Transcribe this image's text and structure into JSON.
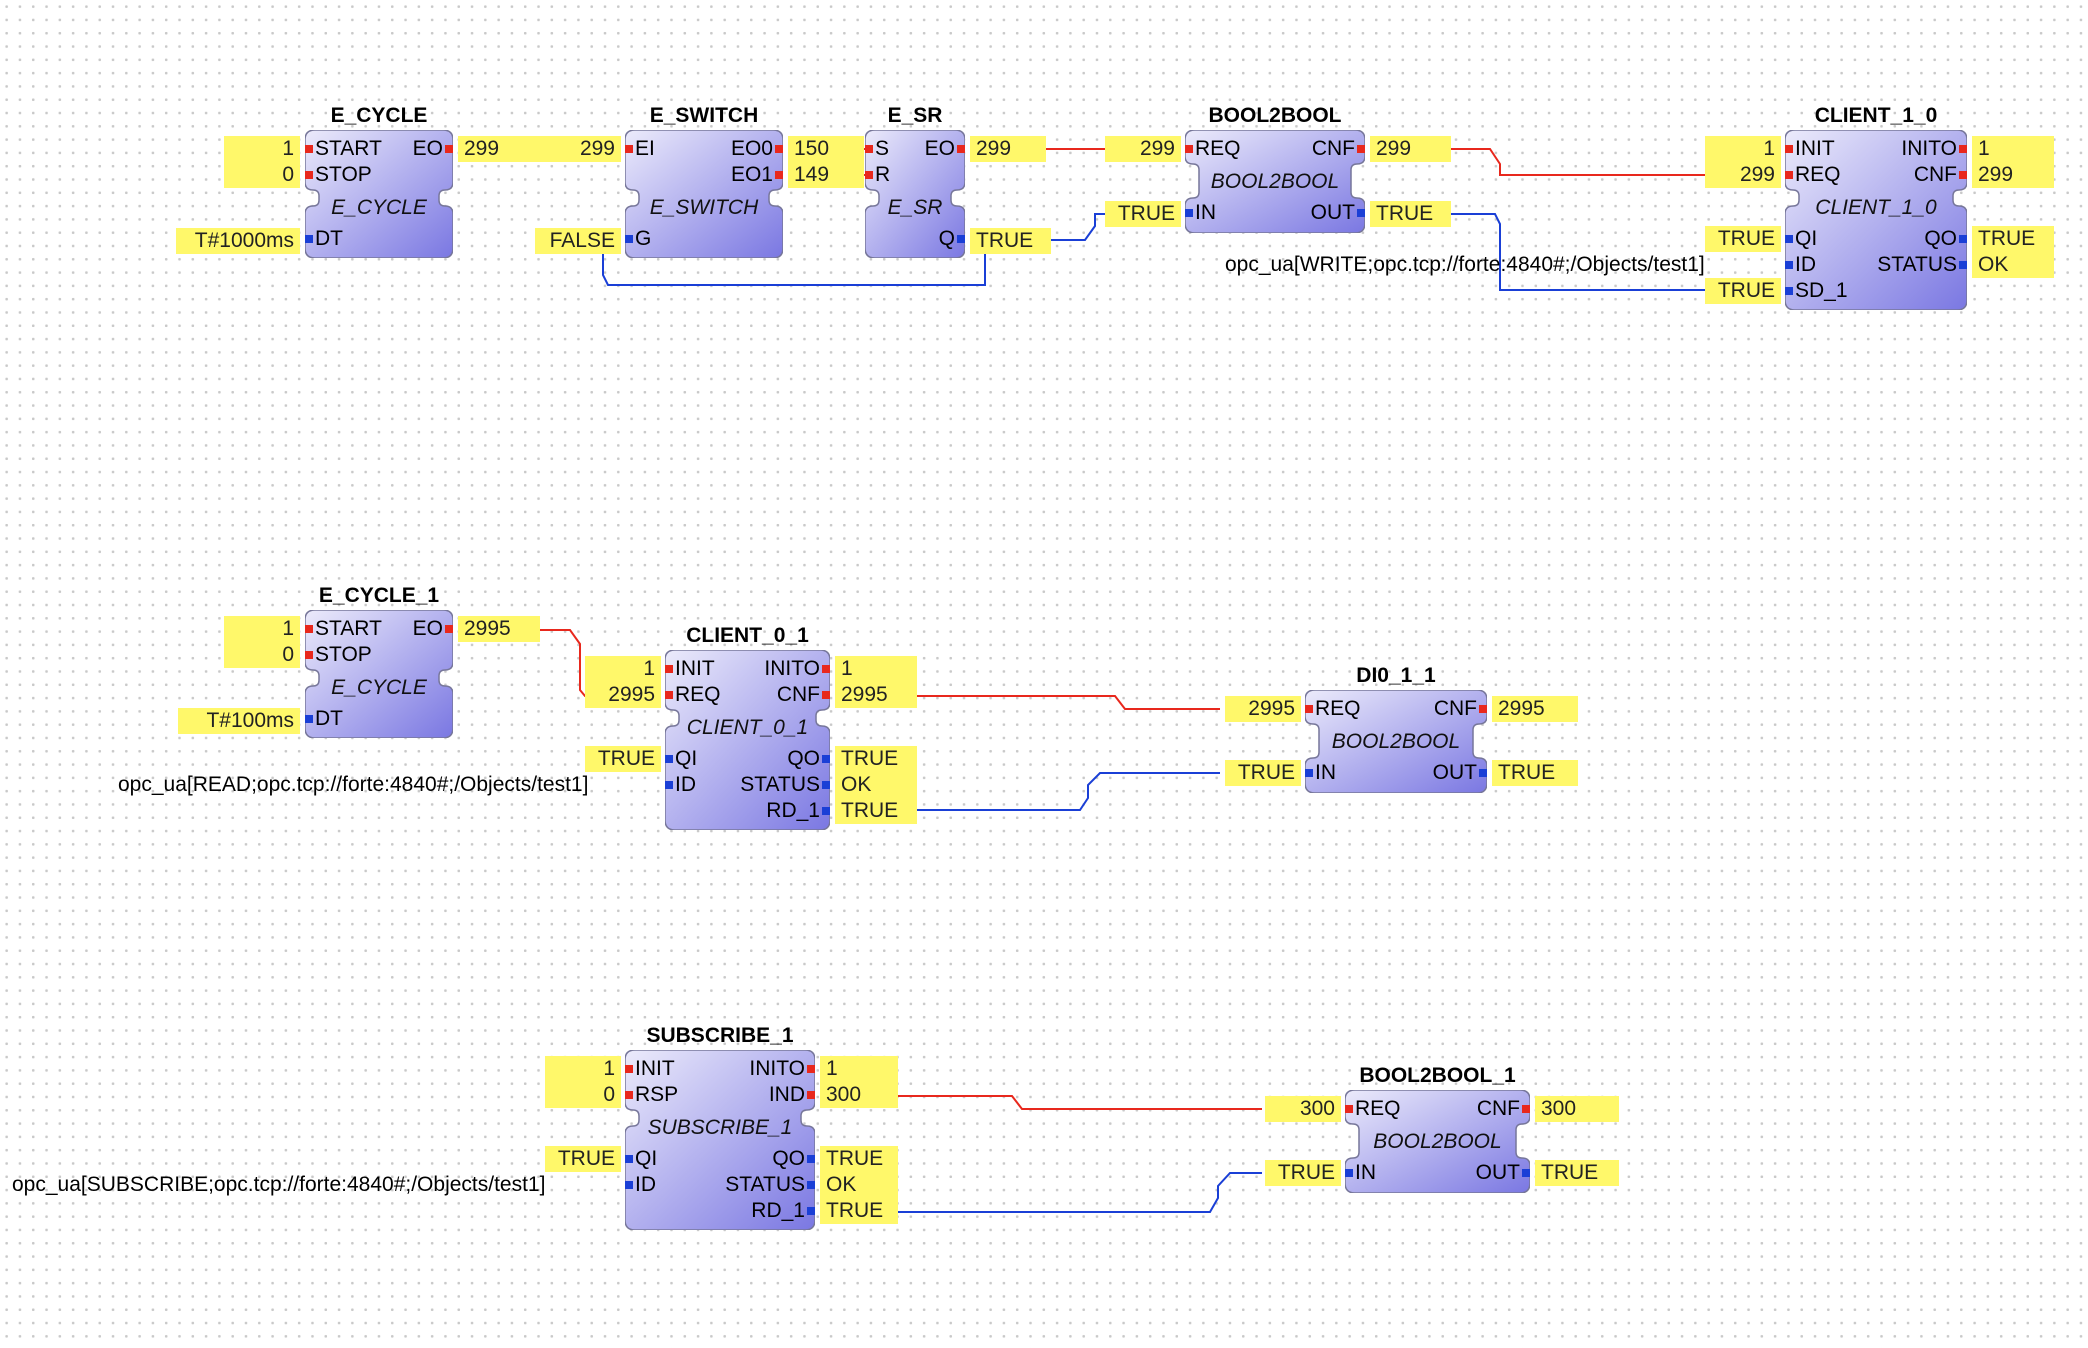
{
  "colors": {
    "event_wire": "#e8281d",
    "data_wire": "#1a3fd6",
    "value_bg": "#fff86a",
    "block_fill_light": "#ecebfb",
    "block_fill_dark": "#7a77e2"
  },
  "blocks": {
    "e_cycle": {
      "name": "E_CYCLE",
      "type": "E_CYCLE",
      "ports": [
        "START",
        "STOP",
        "EO",
        "DT"
      ],
      "values": [
        "1",
        "0",
        "299",
        "T#1000ms"
      ]
    },
    "e_switch": {
      "name": "E_SWITCH",
      "type": "E_SWITCH",
      "ports": [
        "EI",
        "EO0",
        "EO1",
        "G"
      ],
      "values": [
        "299",
        "150",
        "149",
        "FALSE"
      ]
    },
    "e_sr": {
      "name": "E_SR",
      "type": "E_SR",
      "ports": [
        "S",
        "R",
        "EO",
        "Q"
      ],
      "values": [
        "299",
        "TRUE"
      ]
    },
    "bool2bool": {
      "name": "BOOL2BOOL",
      "type": "BOOL2BOOL",
      "ports": [
        "REQ",
        "CNF",
        "IN",
        "OUT"
      ],
      "values": [
        "299",
        "299",
        "TRUE",
        "TRUE"
      ]
    },
    "client_1_0": {
      "name": "CLIENT_1_0",
      "type": "CLIENT_1_0",
      "ports": [
        "INIT",
        "REQ",
        "INITO",
        "CNF",
        "QI",
        "ID",
        "SD_1",
        "QO",
        "STATUS"
      ],
      "values": [
        "1",
        "299",
        "1",
        "299",
        "TRUE",
        "TRUE",
        "TRUE",
        "OK"
      ],
      "param": "opc_ua[WRITE;opc.tcp://forte:4840#;/Objects/test1]"
    },
    "e_cycle_1": {
      "name": "E_CYCLE_1",
      "type": "E_CYCLE",
      "ports": [
        "START",
        "STOP",
        "EO",
        "DT"
      ],
      "values": [
        "1",
        "0",
        "2995",
        "T#100ms"
      ]
    },
    "client_0_1": {
      "name": "CLIENT_0_1",
      "type": "CLIENT_0_1",
      "ports": [
        "INIT",
        "REQ",
        "INITO",
        "CNF",
        "QI",
        "ID",
        "QO",
        "STATUS",
        "RD_1"
      ],
      "values": [
        "1",
        "2995",
        "1",
        "2995",
        "TRUE",
        "TRUE",
        "OK",
        "TRUE"
      ],
      "param": "opc_ua[READ;opc.tcp://forte:4840#;/Objects/test1]"
    },
    "dio_1_1": {
      "name": "DI0_1_1",
      "type": "BOOL2BOOL",
      "ports": [
        "REQ",
        "CNF",
        "IN",
        "OUT"
      ],
      "values": [
        "2995",
        "2995",
        "TRUE",
        "TRUE"
      ]
    },
    "subscribe_1": {
      "name": "SUBSCRIBE_1",
      "type": "SUBSCRIBE_1",
      "ports": [
        "INIT",
        "RSP",
        "INITO",
        "IND",
        "QI",
        "ID",
        "QO",
        "STATUS",
        "RD_1"
      ],
      "values": [
        "1",
        "0",
        "1",
        "300",
        "TRUE",
        "TRUE",
        "OK",
        "TRUE"
      ],
      "param": "opc_ua[SUBSCRIBE;opc.tcp://forte:4840#;/Objects/test1]"
    },
    "bool2bool_1": {
      "name": "BOOL2BOOL_1",
      "type": "BOOL2BOOL",
      "ports": [
        "REQ",
        "CNF",
        "IN",
        "OUT"
      ],
      "values": [
        "300",
        "300",
        "TRUE",
        "TRUE"
      ]
    }
  }
}
